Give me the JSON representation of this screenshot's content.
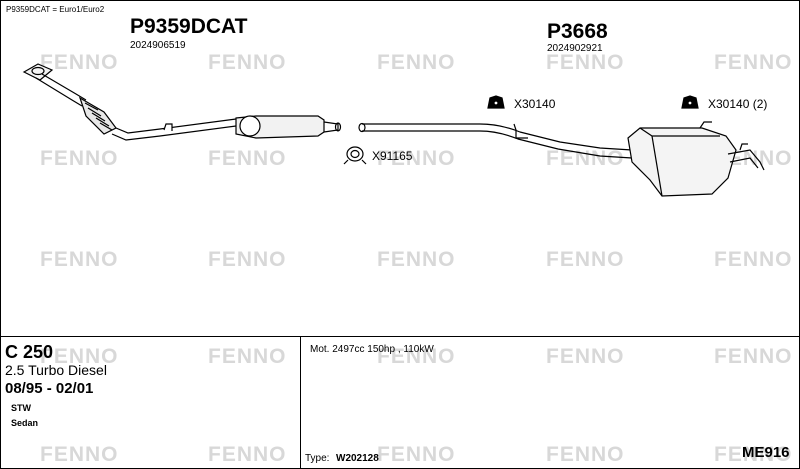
{
  "header_note": "P9359DCAT = Euro1/Euro2",
  "parts": {
    "front": {
      "code": "P9359DCAT",
      "number": "2024906519"
    },
    "rear": {
      "code": "P3668",
      "number": "2024902921"
    }
  },
  "accessories": {
    "mount_1": "X30140",
    "mount_2": "X30140 (2)",
    "clamp": "X91165"
  },
  "watermark": "FENNO",
  "vehicle": {
    "model": "C 250",
    "engine": "2.5 Turbo Diesel",
    "years": "08/95 - 02/01",
    "body_1": "STW",
    "body_2": "Sedan"
  },
  "specs": {
    "motor": "Mot. 2497cc 150hp , 110kW",
    "type_label": "Type:",
    "type_value": "W202128"
  },
  "diagram_code": "ME916"
}
